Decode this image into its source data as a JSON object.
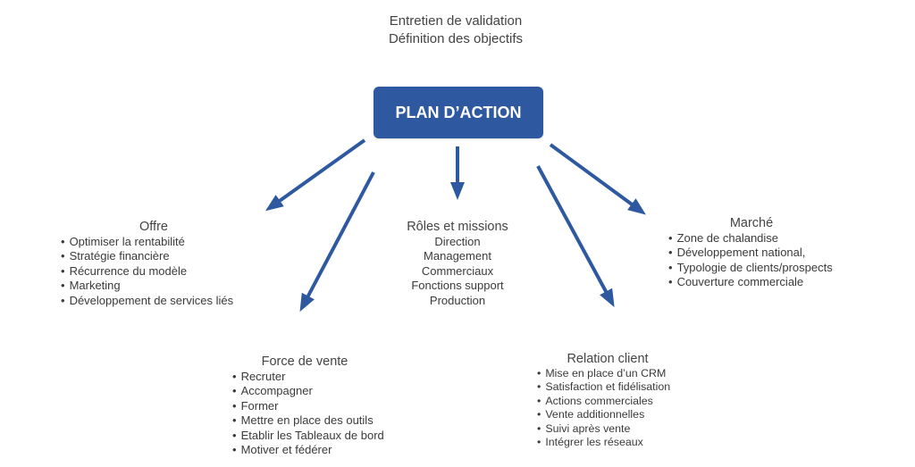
{
  "header": {
    "line1": "Entretien de validation",
    "line2": "Définition des objectifs"
  },
  "center_box": {
    "label": "PLAN D’ACTION",
    "color": "#2e59a0"
  },
  "arrow_color": "#2e59a0",
  "offre": {
    "title": "Offre",
    "items": [
      "Optimiser la rentabilité",
      "Stratégie financière",
      "Récurrence du modèle",
      "Marketing",
      "Développement de services liés"
    ]
  },
  "roles": {
    "title": "Rôles et missions",
    "items": [
      "Direction",
      "Management",
      "Commerciaux",
      "Fonctions support",
      "Production"
    ]
  },
  "marche": {
    "title": "Marché",
    "items": [
      "Zone de chalandise",
      "Développement national,",
      "Typologie de clients/prospects",
      "Couverture commerciale"
    ]
  },
  "force_vente": {
    "title": "Force de vente",
    "items": [
      "Recruter",
      "Accompagner",
      "Former",
      "Mettre en place des outils",
      "Etablir les Tableaux de bord",
      "Motiver et fédérer"
    ]
  },
  "relation_client": {
    "title": "Relation client",
    "items": [
      "Mise en place d’un CRM",
      "Satisfaction et fidélisation",
      "Actions commerciales",
      "Vente additionnelles",
      "Suivi après vente",
      "Intégrer les réseaux"
    ]
  }
}
